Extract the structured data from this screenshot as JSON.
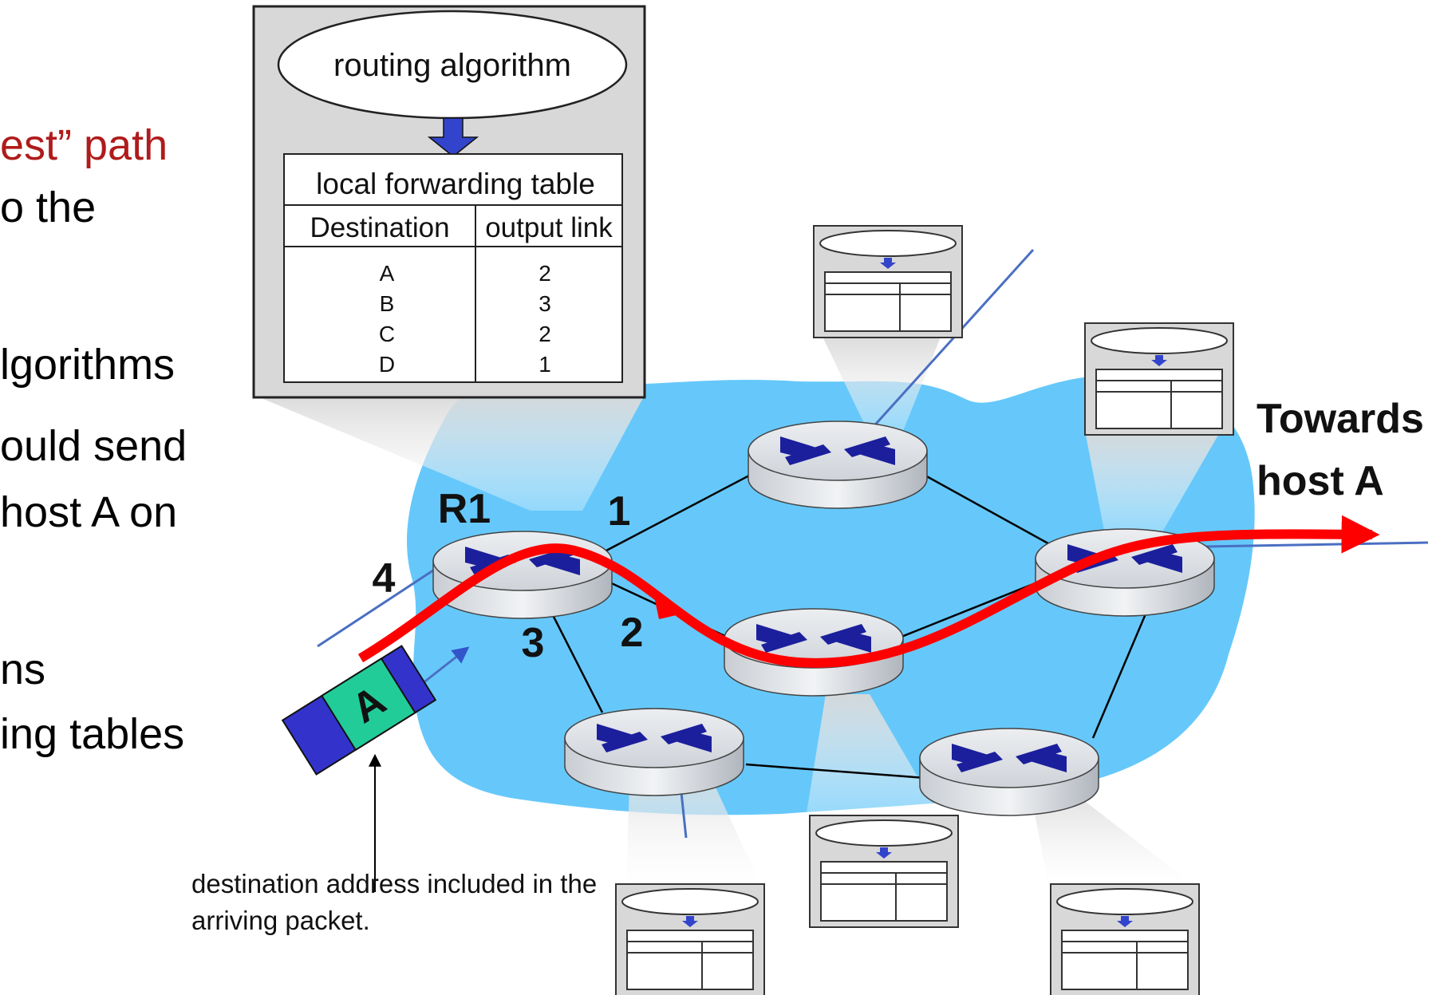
{
  "slide_text": {
    "line1": "est” path",
    "line2": "o the",
    "line3": "lgorithms",
    "line4": "ould send",
    "line5": "host A on",
    "line6": "ns",
    "line7": "ing tables"
  },
  "callout": {
    "algorithm_label": "routing algorithm",
    "table_title": "local forwarding table",
    "col_destination": "Destination",
    "col_output": "output link",
    "rows": [
      {
        "dest": "A",
        "link": "2"
      },
      {
        "dest": "B",
        "link": "3"
      },
      {
        "dest": "C",
        "link": "2"
      },
      {
        "dest": "D",
        "link": "1"
      }
    ]
  },
  "labels": {
    "router_name": "R1",
    "link1": "1",
    "link2": "2",
    "link3": "3",
    "link4": "4",
    "towards_line1": "Towards",
    "towards_line2": "host A",
    "packet_label": "A"
  },
  "annotation": "destination address included in the arriving packet.",
  "colors": {
    "cloud": "#66c8fa",
    "path": "#ff0000",
    "router_top": "#d9dde2",
    "router_side": "#b7bcc4",
    "router_x": "#1b1f9c",
    "link": "#000000",
    "edge_link": "#4a6fc2",
    "callout_fill": "#d8d8d8",
    "packet_blue": "#3333cc",
    "packet_teal": "#22cc99",
    "slide_red": "#b01b1b"
  }
}
